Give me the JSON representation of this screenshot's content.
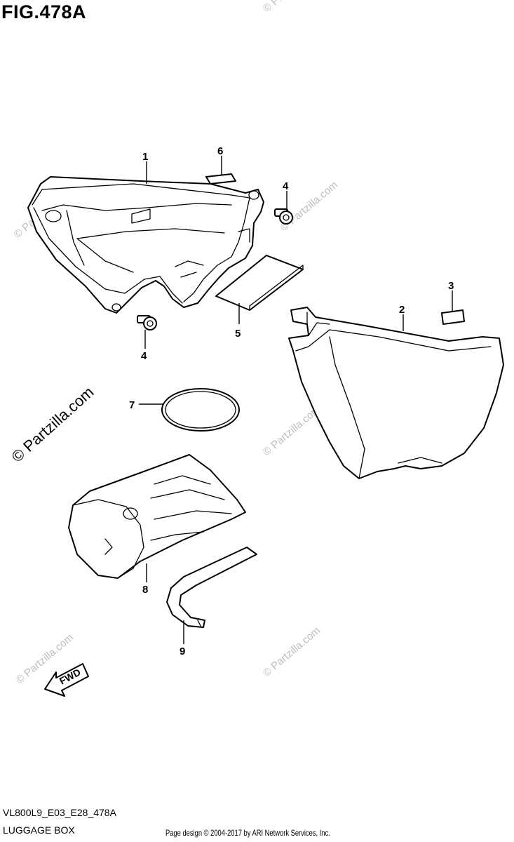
{
  "figure_title": "FIG.478A",
  "diagram_code": "VL800L9_E03_E28_478A",
  "section_name": "LUGGAGE BOX",
  "copyright_footer": "Page design © 2004-2017 by ARI Network Services, Inc.",
  "watermark_text": "© Partzilla.com",
  "fwd_label": "FWD",
  "callouts": [
    "1",
    "2",
    "3",
    "4",
    "4",
    "5",
    "6",
    "7",
    "8",
    "9"
  ]
}
